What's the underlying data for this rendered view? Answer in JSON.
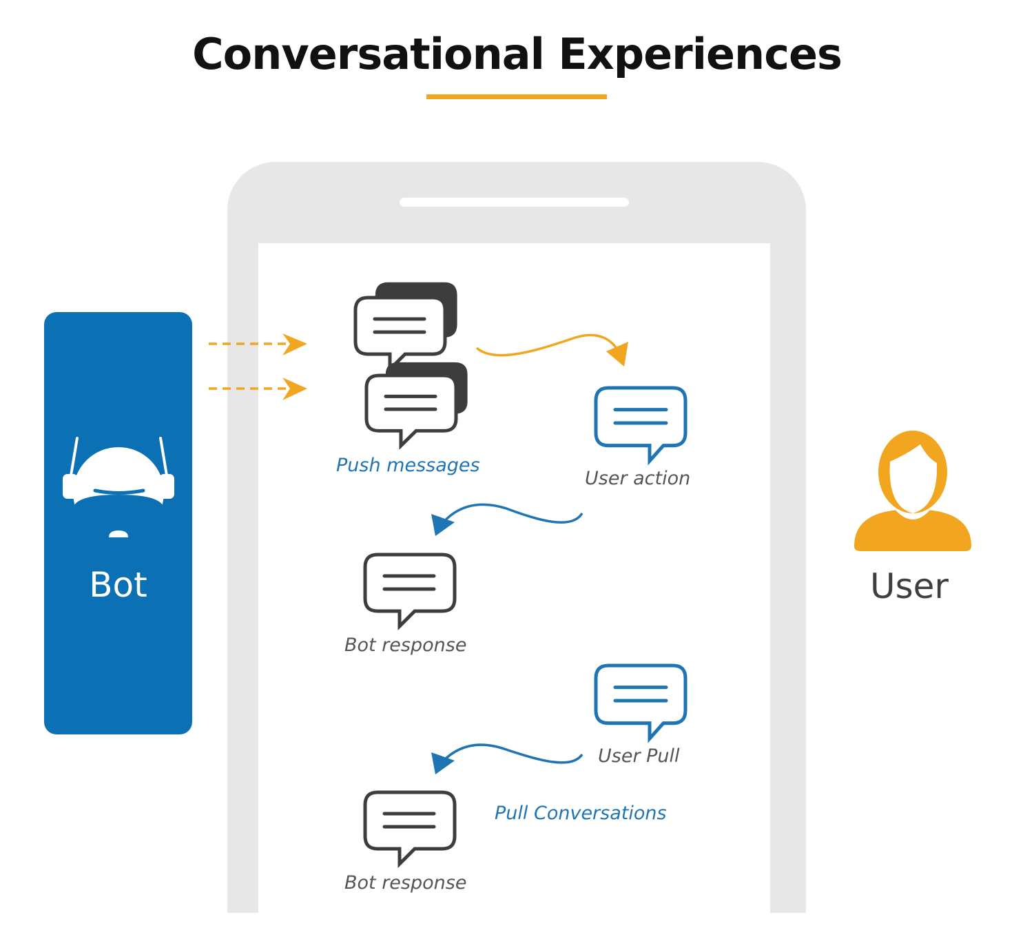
{
  "title": "Conversational Experiences",
  "bot": {
    "label": "Bot"
  },
  "user": {
    "label": "User"
  },
  "labels": {
    "push_messages": "Push messages",
    "user_action": "User action",
    "bot_response_1": "Bot response",
    "user_pull": "User Pull",
    "pull_conversations": "Pull Conversations",
    "bot_response_2": "Bot response"
  },
  "colors": {
    "accent": "#f2a51f",
    "bot_panel": "#0b71b4",
    "blue_text": "#1f74b4",
    "dark_bubble": "#3d3d3d",
    "phone_frame": "#e7e7e7"
  },
  "icons": {
    "bot": "robot-head-icon",
    "user": "user-avatar-icon",
    "message": "chat-bubble-icon"
  }
}
